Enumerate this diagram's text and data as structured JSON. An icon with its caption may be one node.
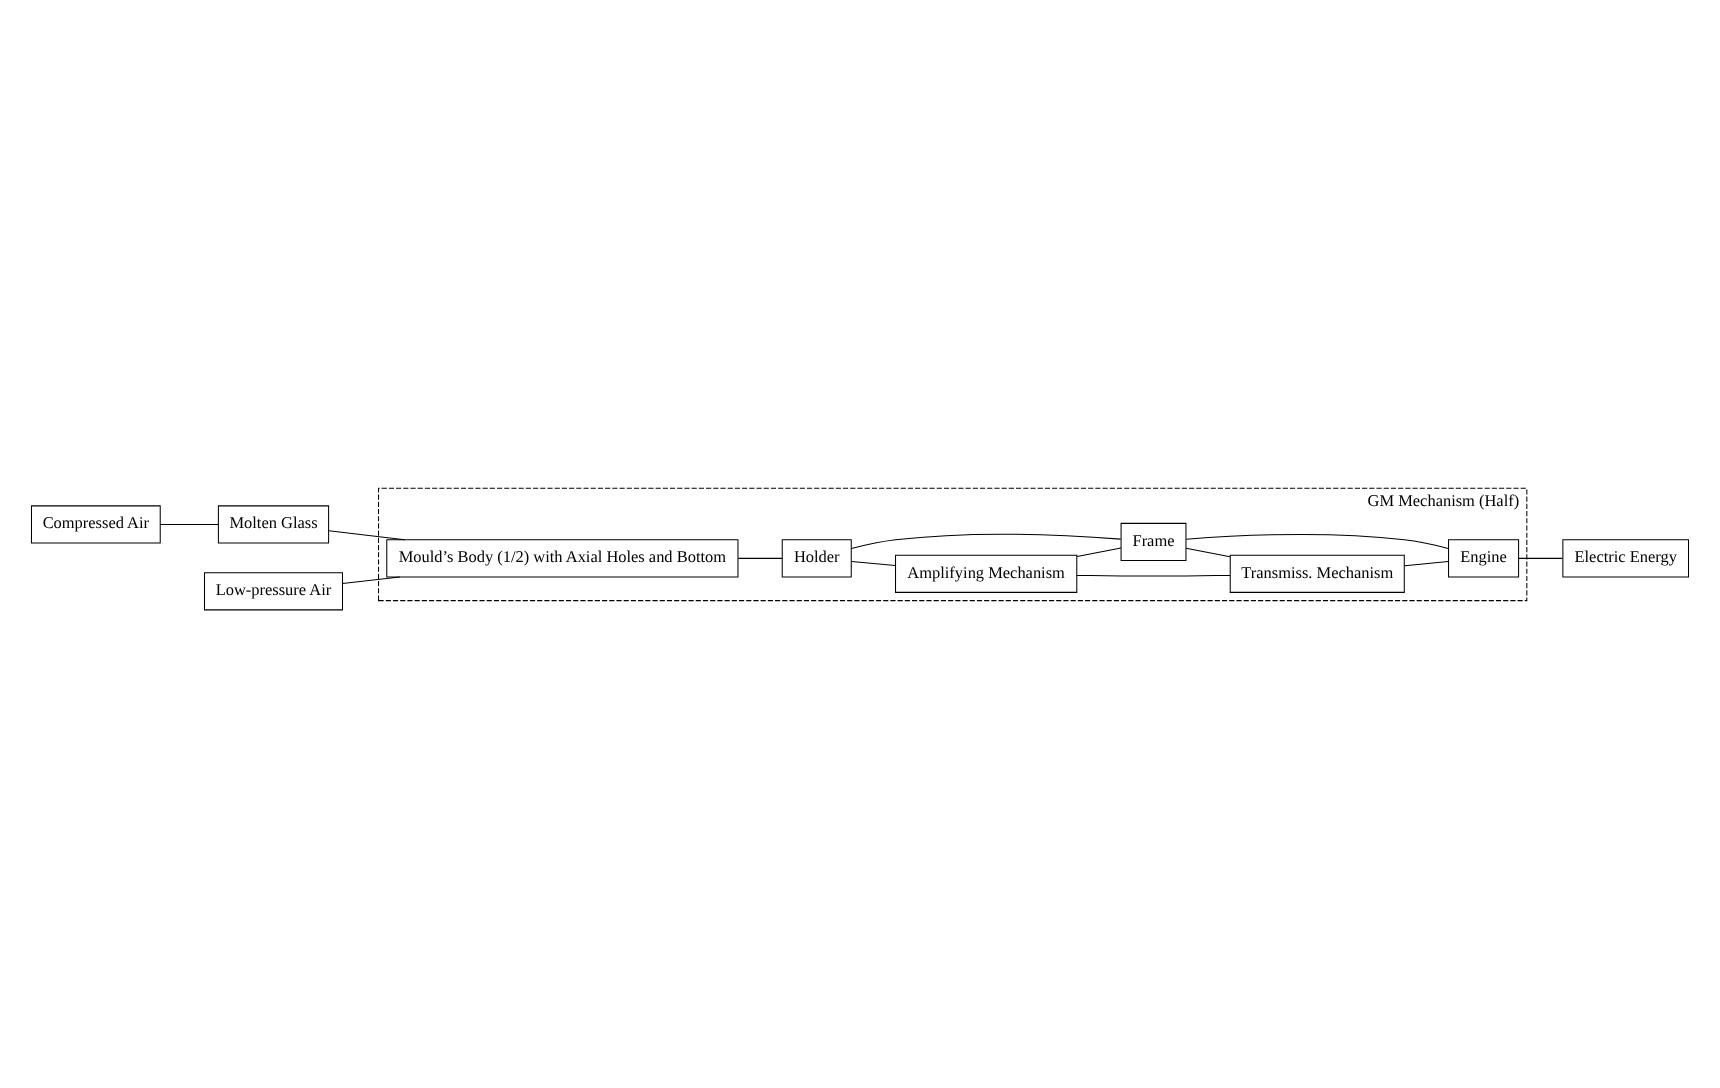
{
  "diagram": {
    "nodes": [
      {
        "text": [
          "Compressed Air"
        ]
      },
      {
        "text": [
          "Molten Glass"
        ]
      },
      {
        "text": [
          "GM Mechanism (Half)"
        ]
      },
      {
        "text": [
          "Mould’s Body (1/2) with Axial Holes and Bottom"
        ],
        "in": 2
      },
      {
        "text": [
          "Holder"
        ],
        "in": 2
      },
      {
        "text": [
          "Amplifying Mechanism"
        ],
        "in": 2
      },
      {
        "text": [
          "Frame"
        ],
        "in": 2
      },
      {
        "text": [
          "Transmiss. Mechanism"
        ],
        "in": 2
      },
      {
        "text": [
          "Engine"
        ],
        "in": 2
      },
      {
        "text": [
          "Low-pressure Air"
        ]
      },
      {
        "text": [
          "Electric Energy"
        ]
      }
    ],
    "edges": [
      {
        "from": 0,
        "to": 1,
        "arrow": "none"
      },
      {
        "from": 1,
        "to": 3,
        "arrow": "none"
      },
      {
        "from": 3,
        "to": 4,
        "arrow": "none"
      },
      {
        "from": 4,
        "to": 5,
        "arrow": "none"
      },
      {
        "from": 4,
        "to": 6,
        "arrow": "none"
      },
      {
        "from": 5,
        "to": 6,
        "arrow": "none"
      },
      {
        "from": 5,
        "to": 7,
        "arrow": "none"
      },
      {
        "from": 6,
        "to": 7,
        "arrow": "none"
      },
      {
        "from": 6,
        "to": 8,
        "arrow": "none"
      },
      {
        "from": 7,
        "to": 8,
        "arrow": "none"
      },
      {
        "from": 8,
        "to": 10,
        "arrow": "none"
      },
      {
        "from": 9,
        "to": 3,
        "arrow": "none"
      }
    ]
  }
}
